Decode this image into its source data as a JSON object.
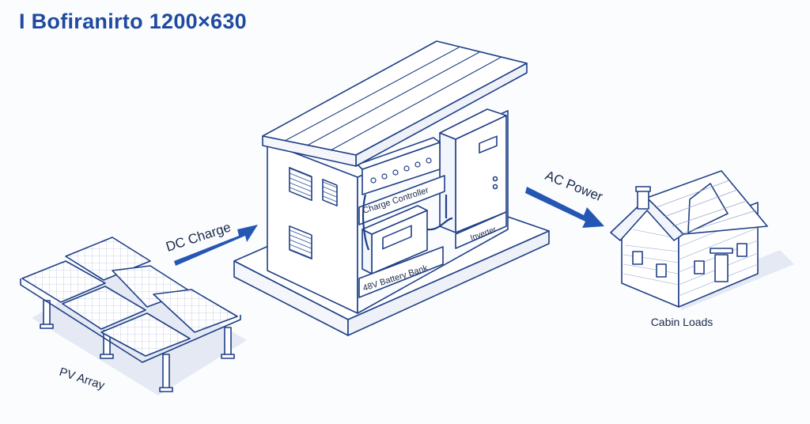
{
  "title": "I Bofiranirto 1200×630",
  "labels": {
    "pv_array": "PV Array",
    "dc_charge": "DC Charge",
    "charge_controller": "Charge Controller",
    "battery_bank": "48V Battery Bank",
    "inverter": "Inverter",
    "ac_power": "AC Power",
    "cabin_loads": "Cabin Loads"
  },
  "colors": {
    "line": "#1f3f86",
    "accent": "#2457b3",
    "title": "#1f4aa0",
    "shadow": "#e4e9f3",
    "fill": "#ffffff",
    "label": "#1a2a4a"
  },
  "icons": [
    "solar-panel-icon",
    "cabinet-icon",
    "house-icon",
    "arrow-icon"
  ]
}
